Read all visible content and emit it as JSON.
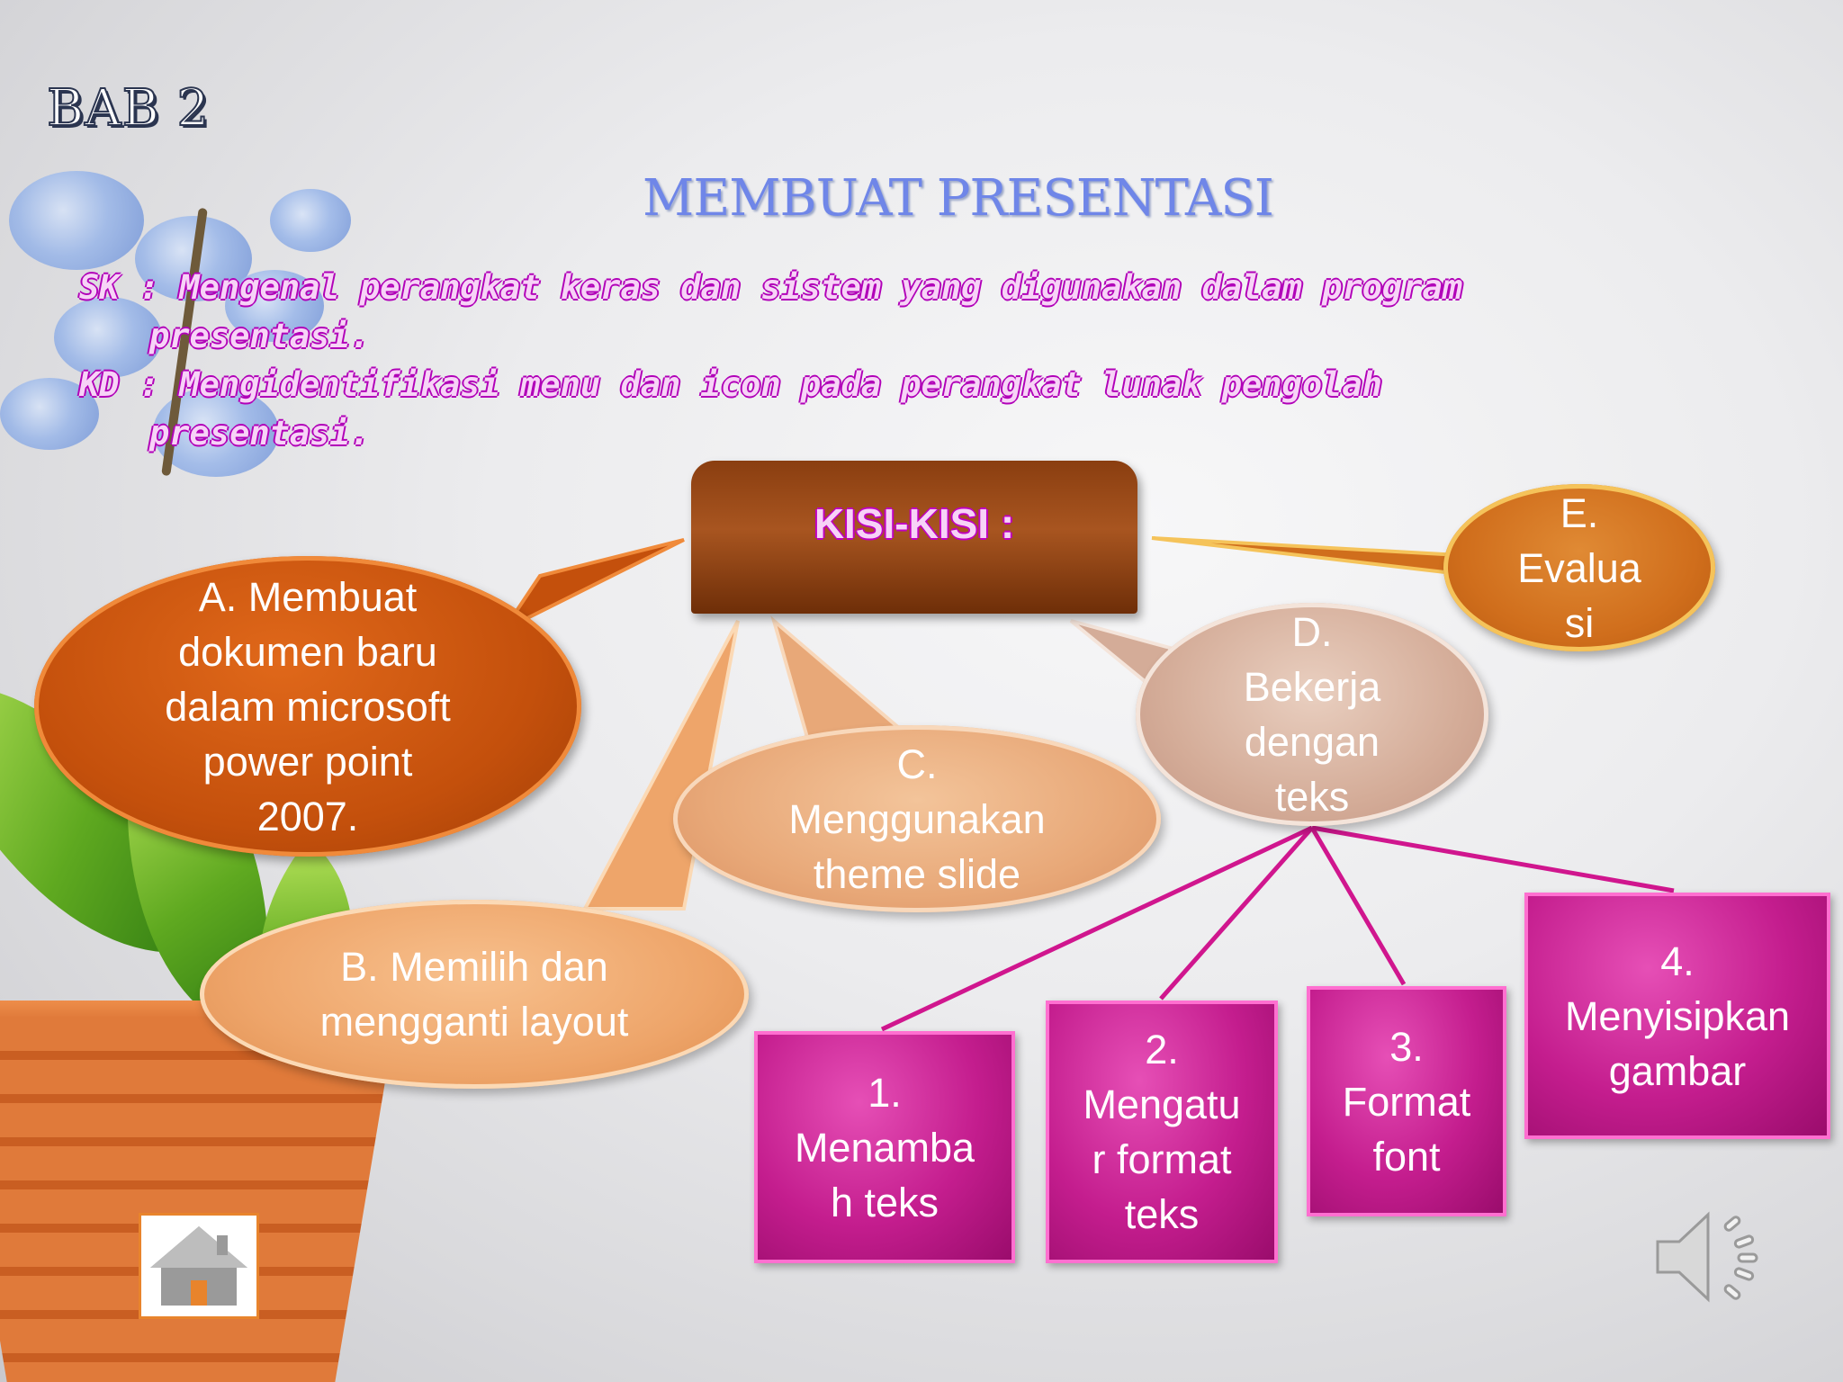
{
  "slide": {
    "chapter": "BAB 2",
    "title": "MEMBUAT PRESENTASI",
    "sk_line1": "SK : Mengenal perangkat keras dan sistem yang digunakan dalam program",
    "sk_line2": "presentasi.",
    "kd_line1": "KD : Mengidentifikasi menu dan icon pada perangkat lunak pengolah",
    "kd_line2": "presentasi."
  },
  "diagram": {
    "center": "KISI-KISI :",
    "bubbles": [
      {
        "id": "a",
        "lines": [
          "A. Membuat",
          "dokumen baru",
          "dalam microsoft",
          "power point",
          "2007."
        ]
      },
      {
        "id": "b",
        "lines": [
          "B. Memilih dan",
          "mengganti layout"
        ]
      },
      {
        "id": "c",
        "lines": [
          "C.",
          "Menggunakan",
          "theme slide"
        ]
      },
      {
        "id": "d",
        "lines": [
          "D.",
          "Bekerja",
          "dengan",
          "teks"
        ]
      },
      {
        "id": "e",
        "lines": [
          "E.",
          "Evalua",
          "si"
        ]
      }
    ],
    "sub_items": [
      {
        "id": "1",
        "lines": [
          "1.",
          "Menamba",
          "h teks"
        ]
      },
      {
        "id": "2",
        "lines": [
          "2.",
          "Mengatu",
          "r format",
          "teks"
        ]
      },
      {
        "id": "3",
        "lines": [
          "3.",
          "Format",
          "font"
        ]
      },
      {
        "id": "4",
        "lines": [
          "4.",
          "Menyisipkan",
          "gambar"
        ]
      }
    ]
  },
  "controls": {
    "home_icon": "home-icon",
    "speaker_icon": "speaker-icon"
  },
  "colors": {
    "title_blue": "#6f86e8",
    "magenta": "#c41d8e",
    "brown": "#8a3e10",
    "orange": "#c4500c"
  }
}
